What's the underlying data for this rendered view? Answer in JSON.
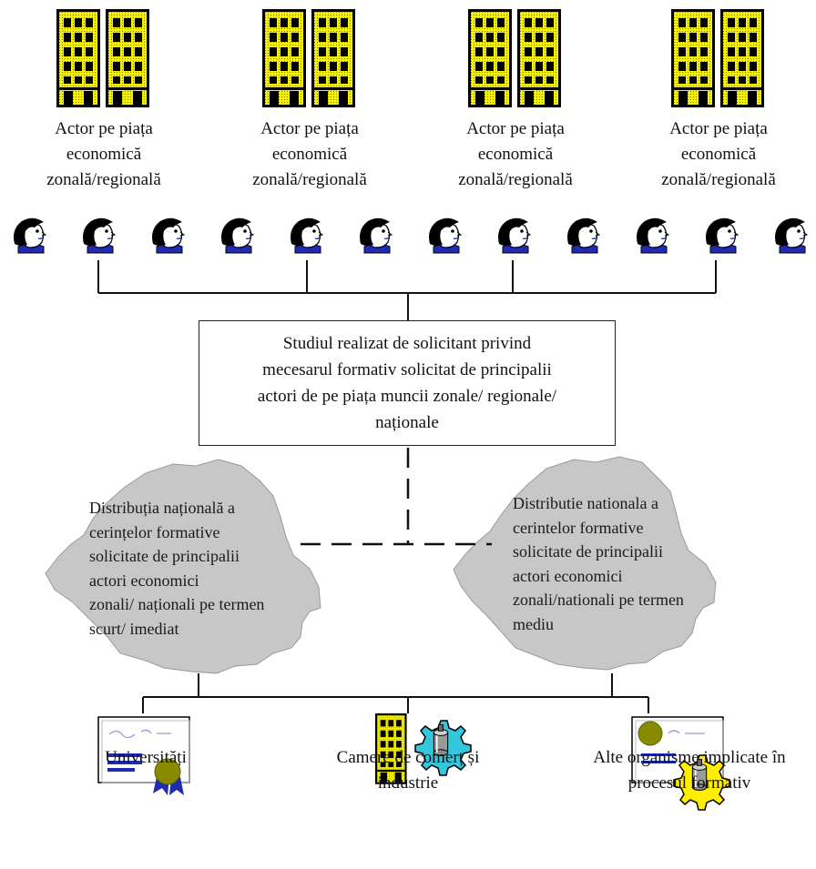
{
  "actors": [
    {
      "label_lines": [
        "Actor pe piața",
        "economică",
        "zonală/regională"
      ]
    },
    {
      "label_lines": [
        "Actor pe piața",
        "economică",
        "zonală/regională"
      ]
    },
    {
      "label_lines": [
        "Actor pe piața",
        "economică",
        "zonală/regională"
      ]
    },
    {
      "label_lines": [
        "Actor pe piața",
        "economică",
        "zonală/regională"
      ]
    }
  ],
  "people_count": 12,
  "study_box": {
    "lines": [
      "Studiul realizat de solicitant privind",
      "mecesarul formativ solicitat de principalii",
      "actori de pe piața muncii zonale/ regionale/",
      "naționale"
    ]
  },
  "map_left": {
    "lines": [
      "Distribuția națională a",
      "cerințelor formative",
      "solicitate de principalii",
      "actori economici",
      "zonali/ naționali pe termen",
      "scurt/ imediat"
    ]
  },
  "map_right": {
    "lines": [
      "Distributie nationala a",
      "cerintelor formative",
      "solicitate de principalii",
      "actori economici",
      "zonali/nationali pe termen",
      "mediu"
    ]
  },
  "institutions": [
    {
      "icon": "certificate-icon",
      "label_lines": [
        "Universități"
      ]
    },
    {
      "icon": "building-gear-icon",
      "label_lines": [
        "Camere de comerț și",
        "industrie"
      ]
    },
    {
      "icon": "certificate-gear-icon",
      "label_lines": [
        "Alte organisme implicate în",
        "procesul formativ"
      ]
    }
  ],
  "colors": {
    "building": "#f5f000",
    "map": "#c7c7c7",
    "gear_blue": "#33c6dd",
    "gear_yellow": "#ffee00",
    "shirt": "#1f2bb0"
  }
}
